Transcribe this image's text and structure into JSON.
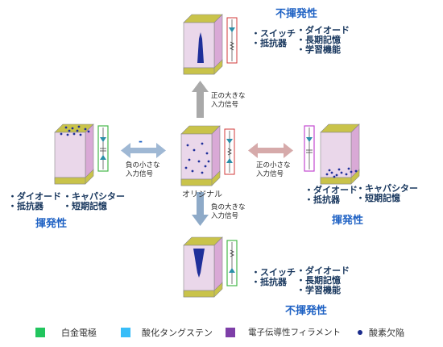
{
  "titles": {
    "top": "不揮発性",
    "bottom": "不揮発性",
    "left": "揮発性",
    "right": "揮発性"
  },
  "top_notes": {
    "col1": [
      "・スイッチ",
      "・抵抗器"
    ],
    "col2": [
      "・ダイオード",
      "・長期記憶",
      "・学習機能"
    ]
  },
  "bottom_notes": {
    "col1": [
      "・スイッチ",
      "・抵抗器"
    ],
    "col2": [
      "・ダイオード",
      "・長期記憶",
      "・学習機能"
    ]
  },
  "left_notes": {
    "col1": [
      "・ダイオード",
      "・抵抗器"
    ],
    "col2": [
      "・キャパシター",
      "・短期記憶"
    ]
  },
  "right_notes": {
    "col1": [
      "・ダイオード",
      "・抵抗器"
    ],
    "col2": [
      "・キャパシター",
      "・短期記憶"
    ]
  },
  "signals": {
    "up": [
      "正の大きな",
      "入力信号"
    ],
    "down": [
      "負の大きな",
      "入力信号"
    ],
    "left": [
      "負の小さな",
      "入力信号"
    ],
    "right": [
      "正の小さな",
      "入力信号"
    ]
  },
  "center_label": "オリジナル",
  "minus_sign": "-",
  "legend": [
    {
      "label": "白金電極",
      "color": "#22c55e",
      "kind": "square"
    },
    {
      "label": "酸化タングステン",
      "color": "#38bdf8",
      "kind": "square"
    },
    {
      "label": "電子伝導性フィラメント",
      "color": "#7e3fa8",
      "kind": "square"
    },
    {
      "label": "酸素欠陥",
      "color": "#1a2b8c",
      "kind": "dot"
    }
  ]
}
